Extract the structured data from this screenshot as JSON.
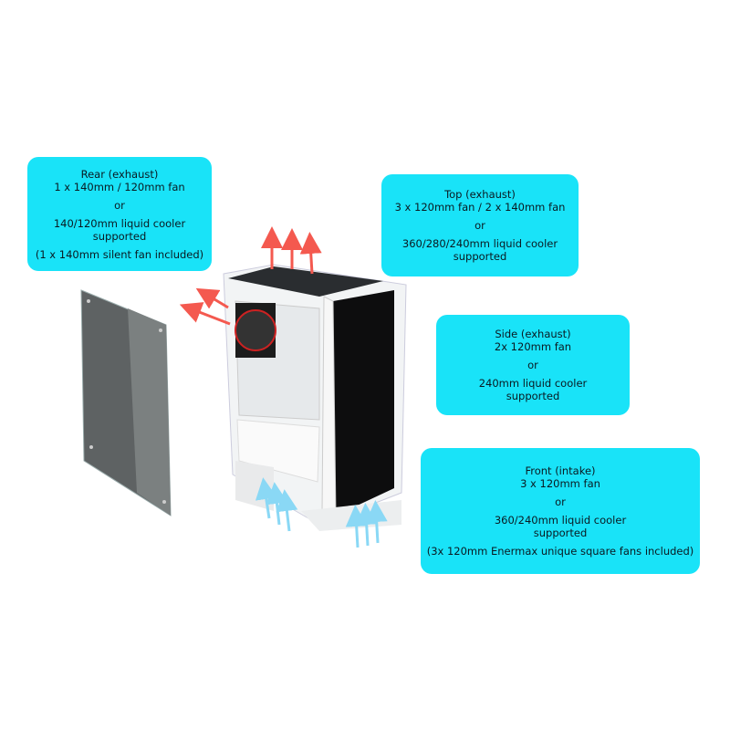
{
  "colors": {
    "callout": "#19e3f8",
    "exhaust_arrow": "#f4594f",
    "intake_arrow": "#7fd6f6"
  },
  "callouts": {
    "rear": {
      "title": "Rear (exhaust)",
      "line1": "1 x 140mm / 120mm fan",
      "or": "or",
      "line2": "140/120mm liquid cooler",
      "line3": "supported",
      "note": "(1 x 140mm silent fan included)"
    },
    "top": {
      "title": "Top (exhaust)",
      "line1": "3 x 120mm fan / 2 x 140mm fan",
      "or": "or",
      "line2": "360/280/240mm liquid cooler",
      "line3": "supported"
    },
    "side": {
      "title": "Side (exhaust)",
      "line1": "2x 120mm fan",
      "or": "or",
      "line2": "240mm liquid cooler",
      "line3": "supported"
    },
    "front": {
      "title": "Front (intake)",
      "line1": "3 x 120mm fan",
      "or": "or",
      "line2": "360/240mm liquid cooler",
      "line3": "supported",
      "note": "(3x 120mm Enermax unique square fans included)"
    }
  }
}
